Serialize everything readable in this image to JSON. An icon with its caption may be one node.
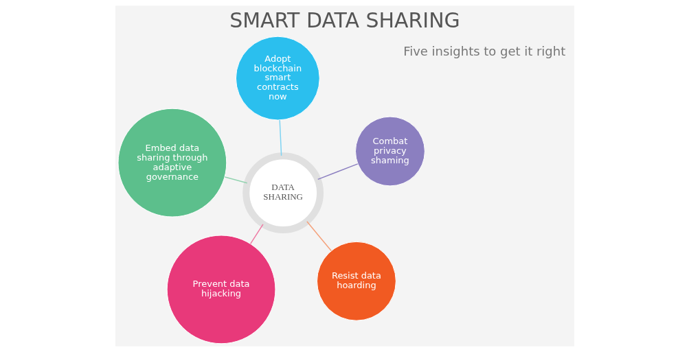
{
  "diagram": {
    "title": "SMART DATA SHARING",
    "nodes": [
      {
        "text": [
          "DATA SHARING"
        ]
      },
      {
        "text": [
          "Resist data hoarding"
        ]
      },
      {
        "text": [
          "Prevent data hijacking"
        ]
      },
      {
        "text": [
          "Embed data sharing through adaptive governance"
        ]
      },
      {
        "text": [
          "Combat privacy shaming"
        ]
      },
      {
        "text": [
          "Adopt blockchain smart contracts now"
        ]
      }
    ],
    "edges": [
      {
        "from": 0,
        "to": 1,
        "arrow": "none",
        "color": "#f5a27c"
      },
      {
        "from": 0,
        "to": 2,
        "arrow": "none",
        "color": "#ee7aa3"
      },
      {
        "from": 0,
        "to": 3,
        "arrow": "none",
        "color": "#93d3b0"
      },
      {
        "from": 0,
        "to": 4,
        "arrow": "none",
        "color": "#8b7fc0"
      },
      {
        "from": 0,
        "to": 5,
        "arrow": "none",
        "color": "#7fd3f2"
      }
    ],
    "labels": [
      "Five insights to get it right"
    ]
  }
}
